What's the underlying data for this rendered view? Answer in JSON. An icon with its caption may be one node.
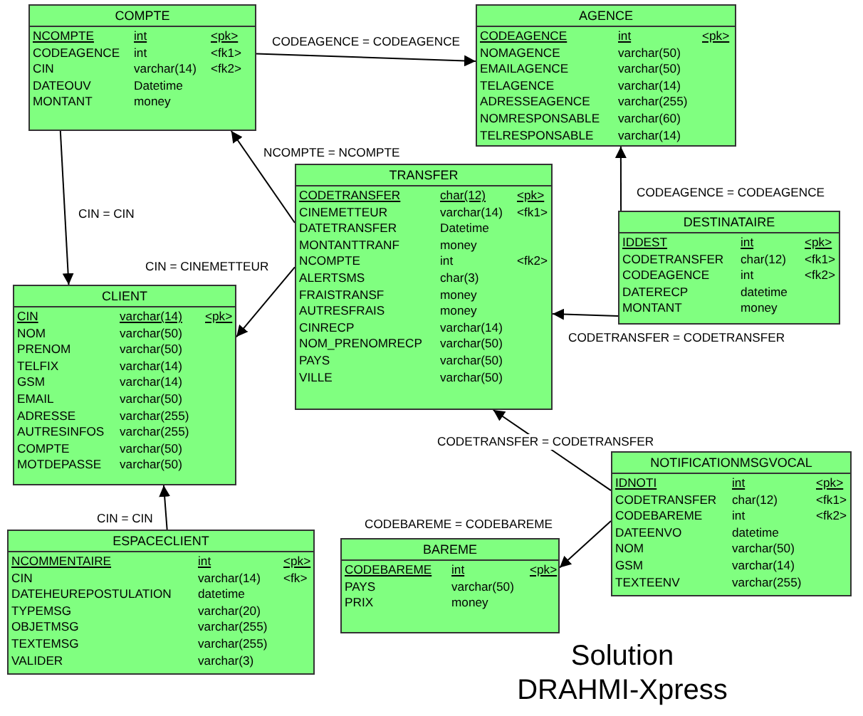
{
  "diagram": {
    "caption": "Solution DRAHMI-Xpress",
    "nodes": [
      {
        "text": [
          "COMPTE"
        ]
      },
      {
        "text": [
          "NCOMPTE",
          "int",
          "<pk>"
        ],
        "in": 0
      },
      {
        "text": [
          "CODEAGENCE",
          "int",
          "<fk1>"
        ],
        "in": 0
      },
      {
        "text": [
          "CIN",
          "varchar(14)",
          "<fk2>"
        ],
        "in": 0
      },
      {
        "text": [
          "DATEOUV",
          "Datetime"
        ],
        "in": 0
      },
      {
        "text": [
          "MONTANT",
          "money"
        ],
        "in": 0
      },
      {
        "text": [
          "AGENCE"
        ]
      },
      {
        "text": [
          "CODEAGENCE",
          "int",
          "<pk>"
        ],
        "in": 6
      },
      {
        "text": [
          "NOMAGENCE",
          "varchar(50)"
        ],
        "in": 6
      },
      {
        "text": [
          "EMAILAGENCE",
          "varchar(50)"
        ],
        "in": 6
      },
      {
        "text": [
          "TELAGENCE",
          "varchar(14)"
        ],
        "in": 6
      },
      {
        "text": [
          "ADRESSEAGENCE",
          "varchar(255)"
        ],
        "in": 6
      },
      {
        "text": [
          "NOMRESPONSABLE",
          "varchar(60)"
        ],
        "in": 6
      },
      {
        "text": [
          "TELRESPONSABLE",
          "varchar(14)"
        ],
        "in": 6
      },
      {
        "text": [
          "TRANSFER"
        ]
      },
      {
        "text": [
          "CODETRANSFER",
          "char(12)",
          "<pk>"
        ],
        "in": 14
      },
      {
        "text": [
          "CINEMETTEUR",
          "varchar(14)",
          "<fk1>"
        ],
        "in": 14
      },
      {
        "text": [
          "DATETRANSFER",
          "Datetime"
        ],
        "in": 14
      },
      {
        "text": [
          "MONTANTTRANF",
          "money"
        ],
        "in": 14
      },
      {
        "text": [
          "NCOMPTE",
          "int",
          "<fk2>"
        ],
        "in": 14
      },
      {
        "text": [
          "ALERTSMS",
          "char(3)"
        ],
        "in": 14
      },
      {
        "text": [
          "FRAISTRANSF",
          "money"
        ],
        "in": 14
      },
      {
        "text": [
          "AUTRESFRAIS",
          "money"
        ],
        "in": 14
      },
      {
        "text": [
          "CINRECP",
          "varchar(14)"
        ],
        "in": 14
      },
      {
        "text": [
          "NOM_PRENOMRECP",
          "varchar(50)"
        ],
        "in": 14
      },
      {
        "text": [
          "PAYS",
          "varchar(50)"
        ],
        "in": 14
      },
      {
        "text": [
          "VILLE",
          "varchar(50)"
        ],
        "in": 14
      },
      {
        "text": [
          "DESTINATAIRE"
        ]
      },
      {
        "text": [
          "IDDEST",
          "int",
          "<pk>"
        ],
        "in": 27
      },
      {
        "text": [
          "CODETRANSFER",
          "char(12)",
          "<fk1>"
        ],
        "in": 27
      },
      {
        "text": [
          "CODEAGENCE",
          "int",
          "<fk2>"
        ],
        "in": 27
      },
      {
        "text": [
          "DATERECP",
          "datetime"
        ],
        "in": 27
      },
      {
        "text": [
          "MONTANT",
          "money"
        ],
        "in": 27
      },
      {
        "text": [
          "CLIENT"
        ]
      },
      {
        "text": [
          "CIN",
          "varchar(14)",
          "<pk>"
        ],
        "in": 33
      },
      {
        "text": [
          "NOM",
          "varchar(50)"
        ],
        "in": 33
      },
      {
        "text": [
          "PRENOM",
          "varchar(50)"
        ],
        "in": 33
      },
      {
        "text": [
          "TELFIX",
          "varchar(14)"
        ],
        "in": 33
      },
      {
        "text": [
          "GSM",
          "varchar(14)"
        ],
        "in": 33
      },
      {
        "text": [
          "EMAIL",
          "varchar(50)"
        ],
        "in": 33
      },
      {
        "text": [
          "ADRESSE",
          "varchar(255)"
        ],
        "in": 33
      },
      {
        "text": [
          "AUTRESINFOS",
          "varchar(255)"
        ],
        "in": 33
      },
      {
        "text": [
          "COMPTE",
          "varchar(50)"
        ],
        "in": 33
      },
      {
        "text": [
          "MOTDEPASSE",
          "varchar(50)"
        ],
        "in": 33
      },
      {
        "text": [
          "NOTIFICATIONMSGVOCAL"
        ]
      },
      {
        "text": [
          "IDNOTI",
          "int",
          "<pk>"
        ],
        "in": 44
      },
      {
        "text": [
          "CODETRANSFER",
          "char(12)",
          "<fk1>"
        ],
        "in": 44
      },
      {
        "text": [
          "CODEBAREME",
          "int",
          "<fk2>"
        ],
        "in": 44
      },
      {
        "text": [
          "DATEENVO",
          "datetime"
        ],
        "in": 44
      },
      {
        "text": [
          "NOM",
          "varchar(50)"
        ],
        "in": 44
      },
      {
        "text": [
          "GSM",
          "varchar(14)"
        ],
        "in": 44
      },
      {
        "text": [
          "TEXTEENV",
          "varchar(255)"
        ],
        "in": 44
      },
      {
        "text": [
          "ESPACECLIENT"
        ]
      },
      {
        "text": [
          "NCOMMENTAIRE",
          "int",
          "<pk>"
        ],
        "in": 52
      },
      {
        "text": [
          "CIN",
          "varchar(14)",
          "<fk>"
        ],
        "in": 52
      },
      {
        "text": [
          "DATEHEUREPOSTULATION",
          "datetime"
        ],
        "in": 52
      },
      {
        "text": [
          "TYPEMSG",
          "varchar(20)"
        ],
        "in": 52
      },
      {
        "text": [
          "OBJETMSG",
          "varchar(255)"
        ],
        "in": 52
      },
      {
        "text": [
          "TEXTEMSG",
          "varchar(255)"
        ],
        "in": 52
      },
      {
        "text": [
          "VALIDER",
          "varchar(3)"
        ],
        "in": 52
      },
      {
        "text": [
          "BAREME"
        ]
      },
      {
        "text": [
          "CODEBAREME",
          "int",
          "<pk>"
        ],
        "in": 60
      },
      {
        "text": [
          "PAYS",
          "varchar(50)"
        ],
        "in": 60
      },
      {
        "text": [
          "PRIX",
          "money"
        ],
        "in": 60
      }
    ],
    "edges": [
      {
        "from": 0,
        "to": 6,
        "arrow": "to",
        "label": "CODEAGENCE = CODEAGENCE"
      },
      {
        "from": 0,
        "to": 33,
        "arrow": "to",
        "label": "CIN = CIN"
      },
      {
        "from": 14,
        "to": 0,
        "arrow": "to",
        "label": "NCOMPTE = NCOMPTE"
      },
      {
        "from": 14,
        "to": 33,
        "arrow": "to",
        "label": "CIN = CINEMETTEUR"
      },
      {
        "from": 27,
        "to": 6,
        "arrow": "to",
        "label": "CODEAGENCE = CODEAGENCE"
      },
      {
        "from": 27,
        "to": 14,
        "arrow": "to",
        "label": "CODETRANSFER = CODETRANSFER"
      },
      {
        "from": 44,
        "to": 14,
        "arrow": "to",
        "label": "CODETRANSFER = CODETRANSFER"
      },
      {
        "from": 44,
        "to": 60,
        "arrow": "to",
        "label": "CODEBAREME = CODEBAREME"
      },
      {
        "from": 52,
        "to": 33,
        "arrow": "to",
        "label": "CIN = CIN"
      }
    ]
  }
}
